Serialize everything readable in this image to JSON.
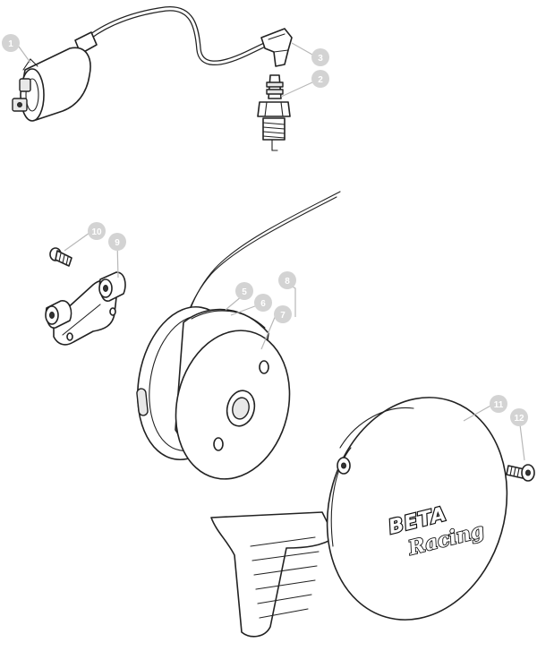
{
  "diagram": {
    "callouts": [
      {
        "id": "1"
      },
      {
        "id": "2"
      },
      {
        "id": "3"
      },
      {
        "id": "5"
      },
      {
        "id": "6"
      },
      {
        "id": "7"
      },
      {
        "id": "8"
      },
      {
        "id": "9"
      },
      {
        "id": "10"
      },
      {
        "id": "11"
      },
      {
        "id": "12"
      }
    ],
    "cover_logo": {
      "brand": "BETA",
      "script": "Racing"
    }
  }
}
